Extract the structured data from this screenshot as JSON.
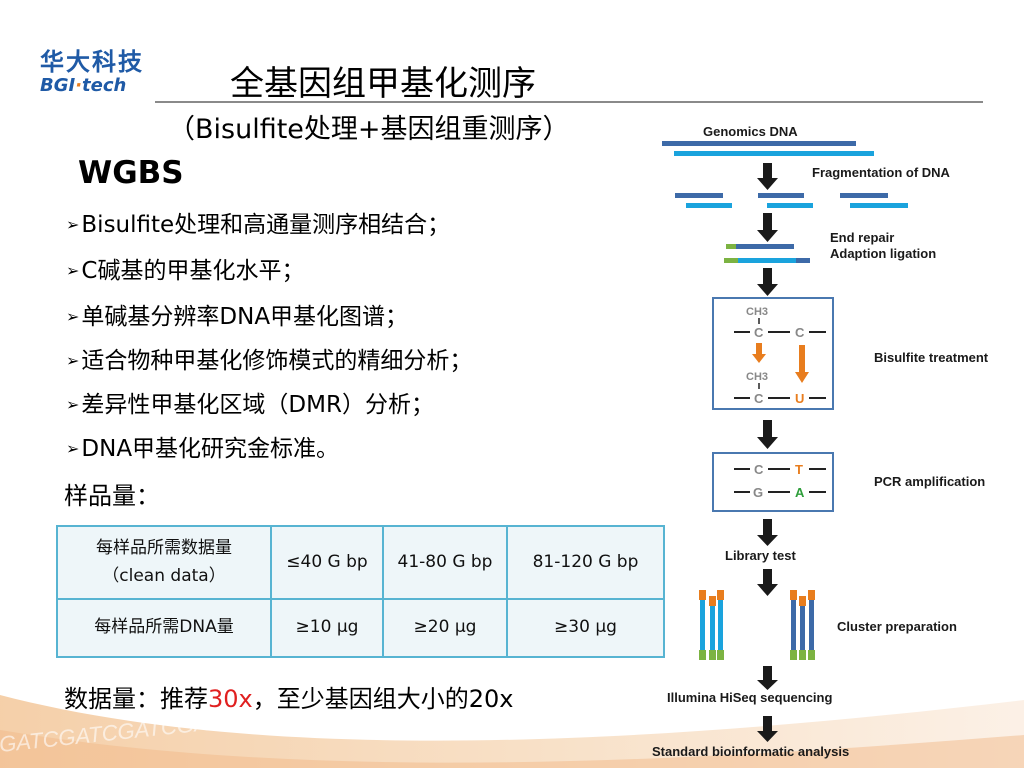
{
  "header": {
    "logo_cn": "华大科技",
    "logo_en_prefix": "BGI",
    "logo_en_accent": "·",
    "logo_en_suffix": "tech",
    "title": "全基因组甲基化测序",
    "subtitle": "（Bisulfite处理+基因组重测序）"
  },
  "main": {
    "heading": "WGBS",
    "bullet_marker": "➢",
    "bullets": [
      "Bisulfite处理和高通量测序相结合；",
      "C碱基的甲基化水平；",
      "单碱基分辨率DNA甲基化图谱；",
      "适合物种甲基化修饰模式的精细分析；",
      "差异性甲基化区域（DMR）分析；",
      "DNA甲基化研究金标准。"
    ],
    "sample_label": "样品量：",
    "table": {
      "rows": [
        {
          "header_line1": "每样品所需数据量",
          "header_line2": "（clean data）",
          "values": [
            "≤40 G bp",
            "41-80 G bp",
            "81-120 G bp"
          ]
        },
        {
          "header_line1": "每样品所需DNA量",
          "values": [
            "≥10 μg",
            "≥20 μg",
            "≥30 μg"
          ]
        }
      ]
    },
    "data_volume": {
      "prefix": "数据量：推荐",
      "highlight": "30x",
      "suffix": "，至少基因组大小的20x"
    }
  },
  "workflow": {
    "steps": [
      "Genomics DNA",
      "Fragmentation of DNA",
      "End repair",
      "Adaption ligation",
      "Bisulfite treatment",
      "PCR amplification",
      "Library test",
      "Cluster preparation",
      "Illumina HiSeq sequencing",
      "Standard bioinformatic analysis"
    ],
    "bisulfite_box": {
      "methyl": "CH3",
      "c": "C",
      "u": "U"
    },
    "pcr_box": {
      "c": "C",
      "t": "T",
      "g": "G",
      "a": "A"
    }
  },
  "decor": {
    "watermark": "GATCGATCGATCGATCGATCGATCGATCGATCGATCGATCGATC"
  },
  "colors": {
    "brand_blue": "#1f5aa6",
    "brand_orange": "#e87d1e",
    "highlight_red": "#e02020",
    "table_border": "#57b4d2",
    "dna_dark": "#3d6aa8",
    "dna_light": "#1aa3dd",
    "box_border": "#4a78b0"
  }
}
